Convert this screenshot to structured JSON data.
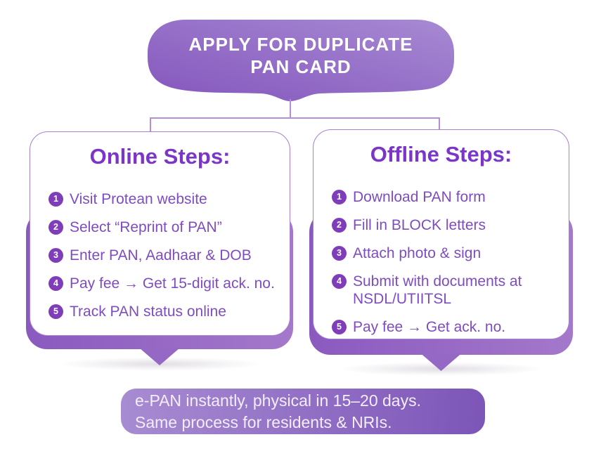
{
  "header": {
    "title_line1": "APPLY FOR DUPLICATE",
    "title_line2": "PAN CARD"
  },
  "cards": [
    {
      "title": "Online Steps:",
      "steps": [
        {
          "num": "1",
          "text": "Visit Protean website"
        },
        {
          "num": "2",
          "text": "Select “Reprint of PAN”"
        },
        {
          "num": "3",
          "text": "Enter PAN, Aadhaar & DOB"
        },
        {
          "num": "4",
          "text": "Pay fee → Get 15-digit ack. no."
        },
        {
          "num": "5",
          "text": "Track PAN status online"
        }
      ]
    },
    {
      "title": "Offline Steps:",
      "steps": [
        {
          "num": "1",
          "text": "Download PAN form"
        },
        {
          "num": "2",
          "text": "Fill in BLOCK letters"
        },
        {
          "num": "3",
          "text": "Attach photo & sign"
        },
        {
          "num": "4",
          "text": "Submit with documents at NSDL/UTIITSL"
        },
        {
          "num": "5",
          "text": "Pay fee → Get ack. no."
        }
      ]
    }
  ],
  "footer": {
    "line1": "e-PAN instantly, physical in 15–20 days.",
    "line2": "Same process for residents & NRIs."
  },
  "colors": {
    "bg": "#ffffff",
    "header-text": "#ffffff",
    "title": "#7b36c9",
    "step-text": "#7e4cc0",
    "badge-bg": "#7f3db9",
    "badge-text": "#ffffff",
    "card-border": "#a87fd2",
    "connector": "#b38fd9",
    "footer-text": "#f3edfa",
    "header-grad-from": "#8456bd",
    "header-grad-to": "#a78ad3",
    "panel-grad-from": "#8a5abf",
    "panel-grad-to": "#a478cb",
    "footer-grad-from": "#a88cd2",
    "footer-grad-to": "#7c55b8",
    "tail": "#9468c4"
  }
}
